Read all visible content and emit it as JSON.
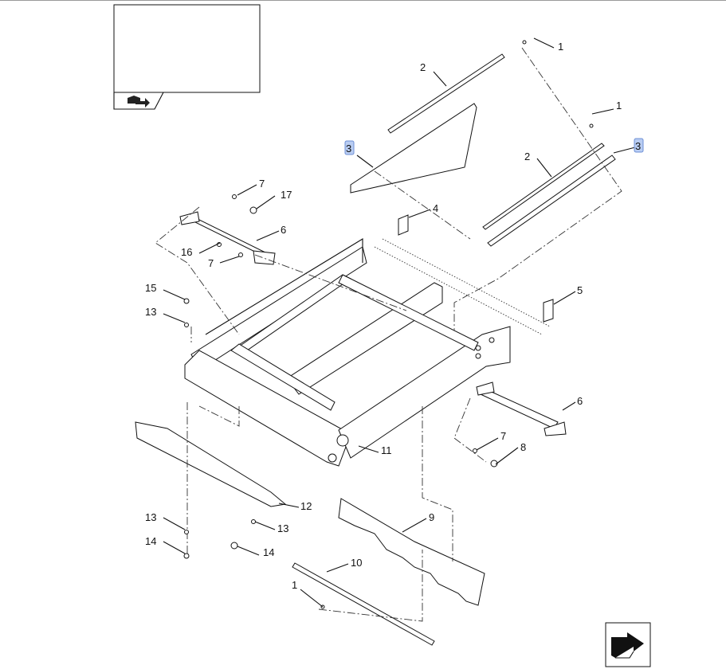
{
  "callouts": [
    {
      "id": "c1a",
      "text": "1"
    },
    {
      "id": "c2a",
      "text": "2"
    },
    {
      "id": "c3a",
      "text": "3",
      "highlighted": true
    },
    {
      "id": "c1b",
      "text": "1"
    },
    {
      "id": "c2b",
      "text": "2"
    },
    {
      "id": "c3b",
      "text": "3",
      "highlighted": true
    },
    {
      "id": "c7a",
      "text": "7"
    },
    {
      "id": "c17",
      "text": "17"
    },
    {
      "id": "c6a",
      "text": "6"
    },
    {
      "id": "c16",
      "text": "16"
    },
    {
      "id": "c7b",
      "text": "7"
    },
    {
      "id": "c4",
      "text": "4"
    },
    {
      "id": "c5",
      "text": "5"
    },
    {
      "id": "c15",
      "text": "15"
    },
    {
      "id": "c13a",
      "text": "13"
    },
    {
      "id": "c6b",
      "text": "6"
    },
    {
      "id": "c7c",
      "text": "7"
    },
    {
      "id": "c8",
      "text": "8"
    },
    {
      "id": "c11",
      "text": "11"
    },
    {
      "id": "c12",
      "text": "12"
    },
    {
      "id": "c9",
      "text": "9"
    },
    {
      "id": "c13b",
      "text": "13"
    },
    {
      "id": "c13c",
      "text": "13"
    },
    {
      "id": "c14a",
      "text": "14"
    },
    {
      "id": "c14b",
      "text": "14"
    },
    {
      "id": "c10",
      "text": "10"
    },
    {
      "id": "c1c",
      "text": "1"
    }
  ],
  "icons": {
    "legend_box": "reference-book-icon",
    "nav": "next-page-arrow-icon"
  },
  "colors": {
    "highlight_fill": "#b9cdf2",
    "line": "#111111"
  }
}
